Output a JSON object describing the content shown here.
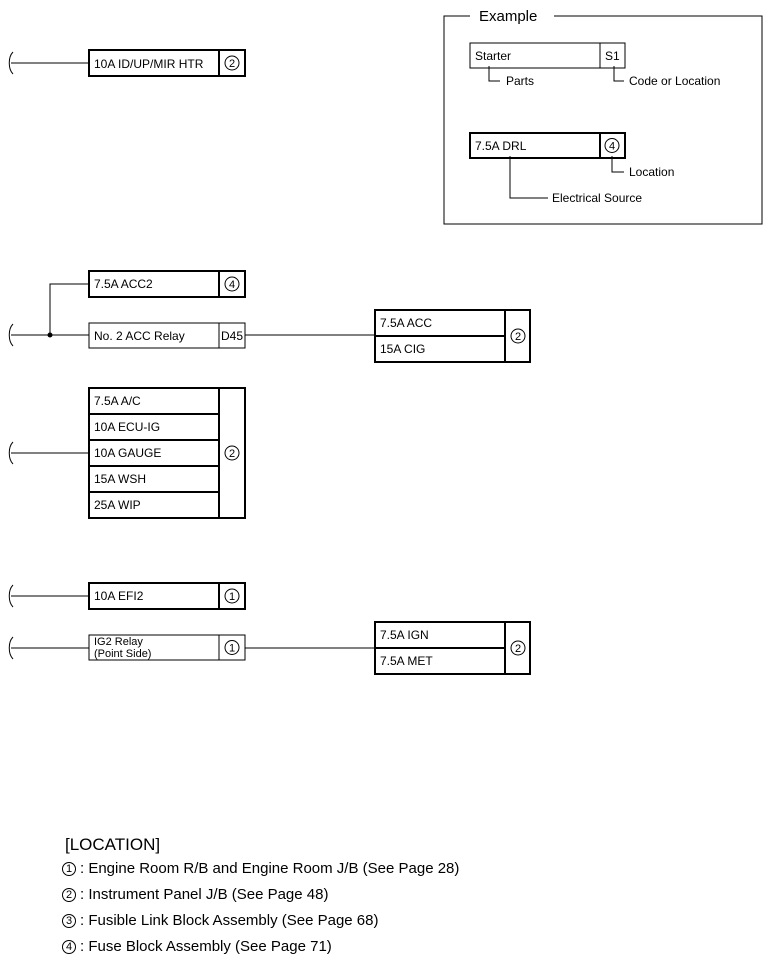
{
  "example": {
    "title": "Example",
    "parts_box": "Starter",
    "code_box": "S1",
    "parts_label": "Parts",
    "code_label": "Code or Location",
    "source_box": "7.5A DRL",
    "source_loc": "4",
    "location_label": "Location",
    "source_label": "Electrical Source"
  },
  "circuit1": {
    "fuse": "10A ID/UP/MIR HTR",
    "loc": "2"
  },
  "circuit2": {
    "fuse": "7.5A ACC2",
    "fuse_loc": "4",
    "relay": "No. 2 ACC Relay",
    "relay_code": "D45",
    "outputs": [
      "7.5A ACC",
      "15A CIG"
    ],
    "outputs_loc": "2"
  },
  "circuit3": {
    "fuses": [
      "7.5A A/C",
      "10A ECU-IG",
      "10A GAUGE",
      "15A WSH",
      "25A WIP"
    ],
    "loc": "2"
  },
  "circuit4": {
    "fuse": "10A EFI2",
    "loc": "1"
  },
  "circuit5": {
    "relay_line1": "IG2 Relay",
    "relay_line2": "(Point Side)",
    "relay_loc": "1",
    "outputs": [
      "7.5A IGN",
      "7.5A MET"
    ],
    "outputs_loc": "2"
  },
  "location": {
    "title": "[LOCATION]",
    "items": [
      {
        "num": "1",
        "text": ": Engine Room R/B and Engine Room J/B (See Page 28)"
      },
      {
        "num": "2",
        "text": ": Instrument Panel J/B (See Page 48)"
      },
      {
        "num": "3",
        "text": ": Fusible Link Block Assembly (See Page 68)"
      },
      {
        "num": "4",
        "text": ": Fuse Block Assembly (See Page 71)"
      }
    ]
  }
}
